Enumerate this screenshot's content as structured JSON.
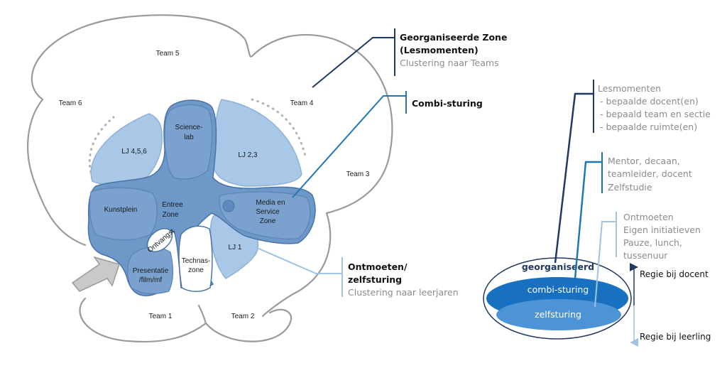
{
  "colors": {
    "dark_navy": "#1f3864",
    "mid_blue": "#1f78b4",
    "light_blue": "#9fc3e4",
    "petal_dark": "#6e98c8",
    "petal_light": "#a9c8e8",
    "ellipse_dark": "#1770c0",
    "ellipse_light": "#4d94d6"
  },
  "teams": {
    "team1": "Team 1",
    "team2": "Team 2",
    "team3": "Team 3",
    "team4": "Team 4",
    "team5": "Team 5",
    "team6": "Team 6"
  },
  "zones": {
    "science_1": "Science-",
    "science_2": "lab",
    "lj456": "LJ 4,5,6",
    "lj23": "LJ 2,3",
    "kunstplein": "Kunstplein",
    "entree_1": "Entree",
    "entree_2": "Zone",
    "media_1": "Media en",
    "media_2": "Service",
    "media_3": "Zone",
    "ontvangst": "Ontvangst",
    "lj1": "LJ 1",
    "technas_1": "Technas-",
    "technas_2": "zone",
    "presentatie_1": "Presentatie",
    "presentatie_2": "/film/mf"
  },
  "callouts": {
    "georganiseerd": {
      "title_1": "Georganiseerde Zone",
      "title_2": "(Lesmomenten)",
      "sub": "Clustering naar Teams"
    },
    "combi": {
      "title": "Combi-sturing"
    },
    "ontmoeten": {
      "title_1": "Ontmoeten/",
      "title_2": "zelfsturing",
      "sub": "Clustering naar leerjaren"
    }
  },
  "right": {
    "lesmomenten": [
      "Lesmomenten",
      "- bepaalde docent(en)",
      "- bepaald team en sectie",
      "- bepaalde ruimte(en)"
    ],
    "mentor": [
      "Mentor, decaan,",
      "teamleider, docent",
      "Zelfstudie"
    ],
    "ontmoeten": [
      "Ontmoeten",
      "Eigen initiatieven",
      "Pauze, lunch,",
      "tussenuur"
    ],
    "ellipse": {
      "georganiseerd": "georganiseerd",
      "combi": "combi-sturing",
      "zelf": "zelfsturing"
    },
    "regie_docent": "Regie bij docent",
    "regie_leerling": "Regie bij leerling"
  }
}
